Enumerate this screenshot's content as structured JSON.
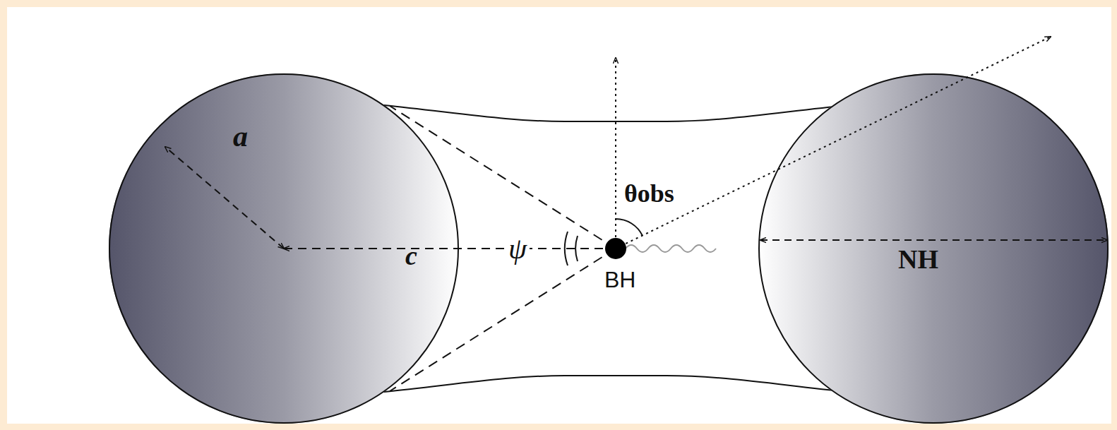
{
  "diagram": {
    "nodes": [
      {
        "text": [
          "a",
          "c"
        ]
      },
      {
        "text": [
          "NH"
        ]
      }
    ],
    "labels": [
      "ψ",
      "θobs",
      "BH"
    ]
  }
}
